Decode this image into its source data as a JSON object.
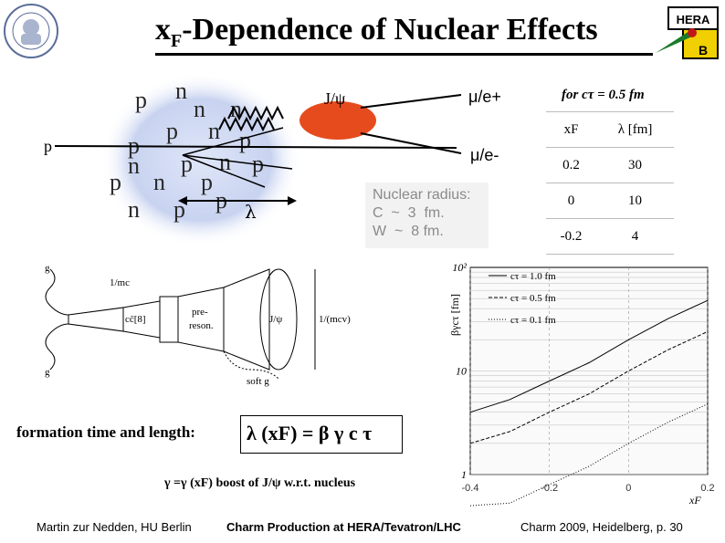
{
  "header": {
    "title_main": "x",
    "title_sub": "F",
    "title_rest": "-Dependence of Nuclear Effects",
    "hera_logo_text": "HERA",
    "hera_logo_letter": "B"
  },
  "nucleus": {
    "nucleon_labels": [
      "p",
      "n",
      "n",
      "n",
      "p",
      "p",
      "n",
      "p",
      "n",
      "p",
      "n",
      "p",
      "p",
      "n",
      "p",
      "n",
      "p",
      "p"
    ],
    "projectile": "p",
    "jpsi": "J/ψ",
    "mu_plus": "μ/e+",
    "mu_minus": "μ/e-",
    "lambda": "λ"
  },
  "nuclear_radius": {
    "line1": "Nuclear radius:",
    "line2": "C  ~  3  fm.",
    "line3": "W  ~  8 fm."
  },
  "table": {
    "caption": "for cτ = 0.5 fm",
    "headers": [
      "xF",
      "λ [fm]"
    ],
    "rows": [
      [
        "0.2",
        "30"
      ],
      [
        "0",
        "10"
      ],
      [
        "-0.2",
        "4"
      ]
    ]
  },
  "feynman": {
    "g_top": "g",
    "g_bottom": "g",
    "mc_label": "1/mc",
    "octet": "cc̄[8]",
    "preres": "pre-",
    "preres2": "reson.",
    "jpsi": "J/ψ",
    "mcv_label": "1/(mcv)",
    "soft_g": "soft g"
  },
  "formation": {
    "label": "formation time and length:",
    "formula": "λ (xF) = β γ c  τ",
    "boost": "γ =γ (xF) boost of J/ψ  w.r.t.  nucleus"
  },
  "chart_data": {
    "type": "line",
    "xlabel": "xF",
    "ylabel": "βγcτ [fm]",
    "log_y": true,
    "xlim": [
      -0.4,
      0.2
    ],
    "ylim": [
      1,
      100
    ],
    "x_ticks": [
      "-0.4",
      "-0.2",
      "0",
      "0.2"
    ],
    "y_ticks": [
      "1",
      "10",
      "10²"
    ],
    "grid": true,
    "legend_position": "top",
    "series": [
      {
        "name": "cτ = 1.0 fm",
        "x": [
          -0.4,
          -0.3,
          -0.2,
          -0.1,
          0,
          0.1,
          0.2
        ],
        "y": [
          4,
          5.3,
          8,
          12,
          20,
          32,
          48
        ]
      },
      {
        "name": "cτ = 0.5 fm",
        "x": [
          -0.4,
          -0.3,
          -0.2,
          -0.1,
          0,
          0.1,
          0.2
        ],
        "y": [
          2,
          2.6,
          4,
          6,
          10,
          16,
          24
        ]
      },
      {
        "name": "cτ = 0.1 fm",
        "x": [
          -0.4,
          -0.3,
          -0.2,
          -0.1,
          0,
          0.1,
          0.2
        ],
        "y": [
          0.4,
          0.53,
          0.8,
          1.2,
          2,
          3.2,
          4.8
        ]
      }
    ]
  },
  "footer": {
    "left": "Martin zur Nedden, HU Berlin",
    "middle": "Charm Production at HERA/Tevatron/LHC",
    "right": "Charm 2009, Heidelberg, p. 30"
  },
  "colors": {
    "jpsi_blob": "#e64b1e",
    "nucleus_glow": "#b8c6ee",
    "hera_green": "#1a7a2a",
    "hera_red": "#c01818",
    "hera_yellow": "#f0d000"
  }
}
